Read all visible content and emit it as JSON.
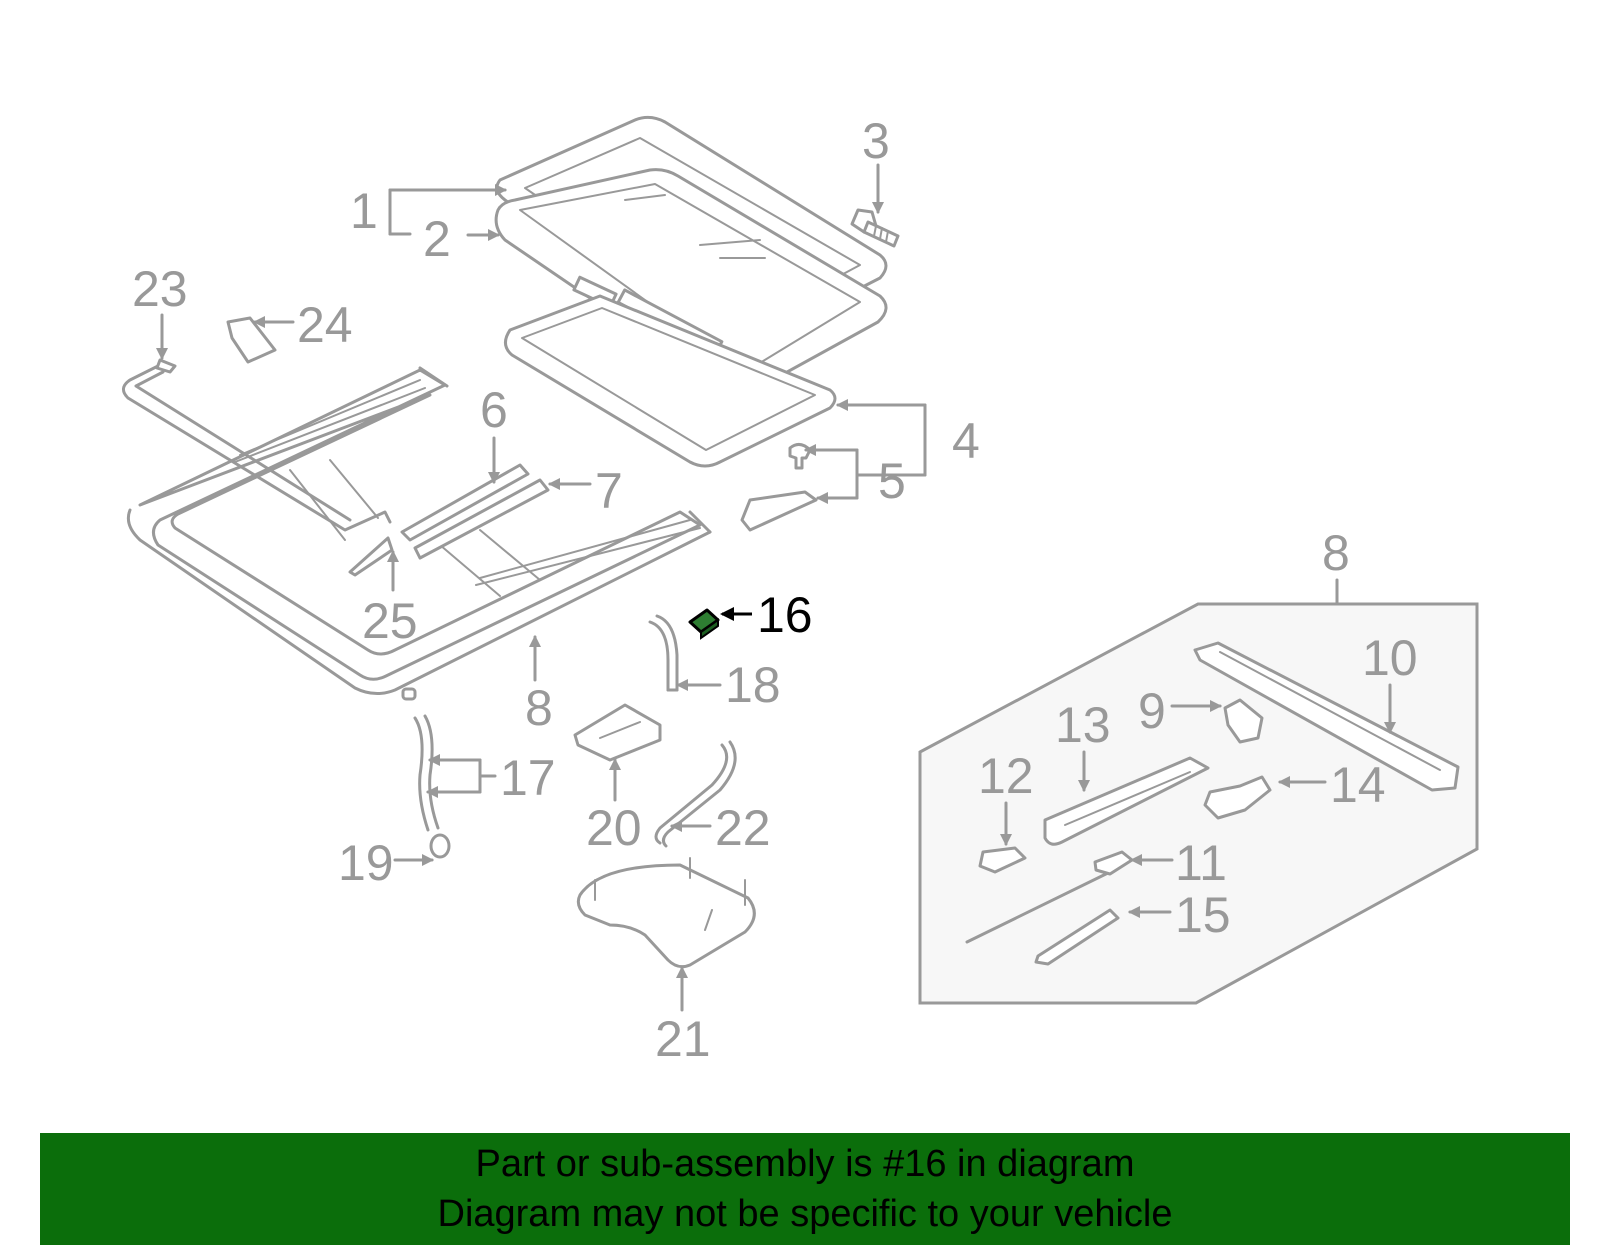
{
  "diagram": {
    "highlight_part": "16",
    "colors": {
      "line": "#999999",
      "highlight": "#000000",
      "highlight_fill": "#2e7d32",
      "banner": "#0b6e0b"
    },
    "labels": [
      "1",
      "2",
      "3",
      "4",
      "5",
      "6",
      "7",
      "8",
      "8",
      "9",
      "10",
      "11",
      "12",
      "13",
      "14",
      "15",
      "16",
      "17",
      "18",
      "19",
      "20",
      "21",
      "22",
      "23",
      "24",
      "25"
    ]
  },
  "banner": {
    "line1": "Part or sub-assembly is #16 in diagram",
    "line2": "Diagram may not be specific to your vehicle"
  }
}
